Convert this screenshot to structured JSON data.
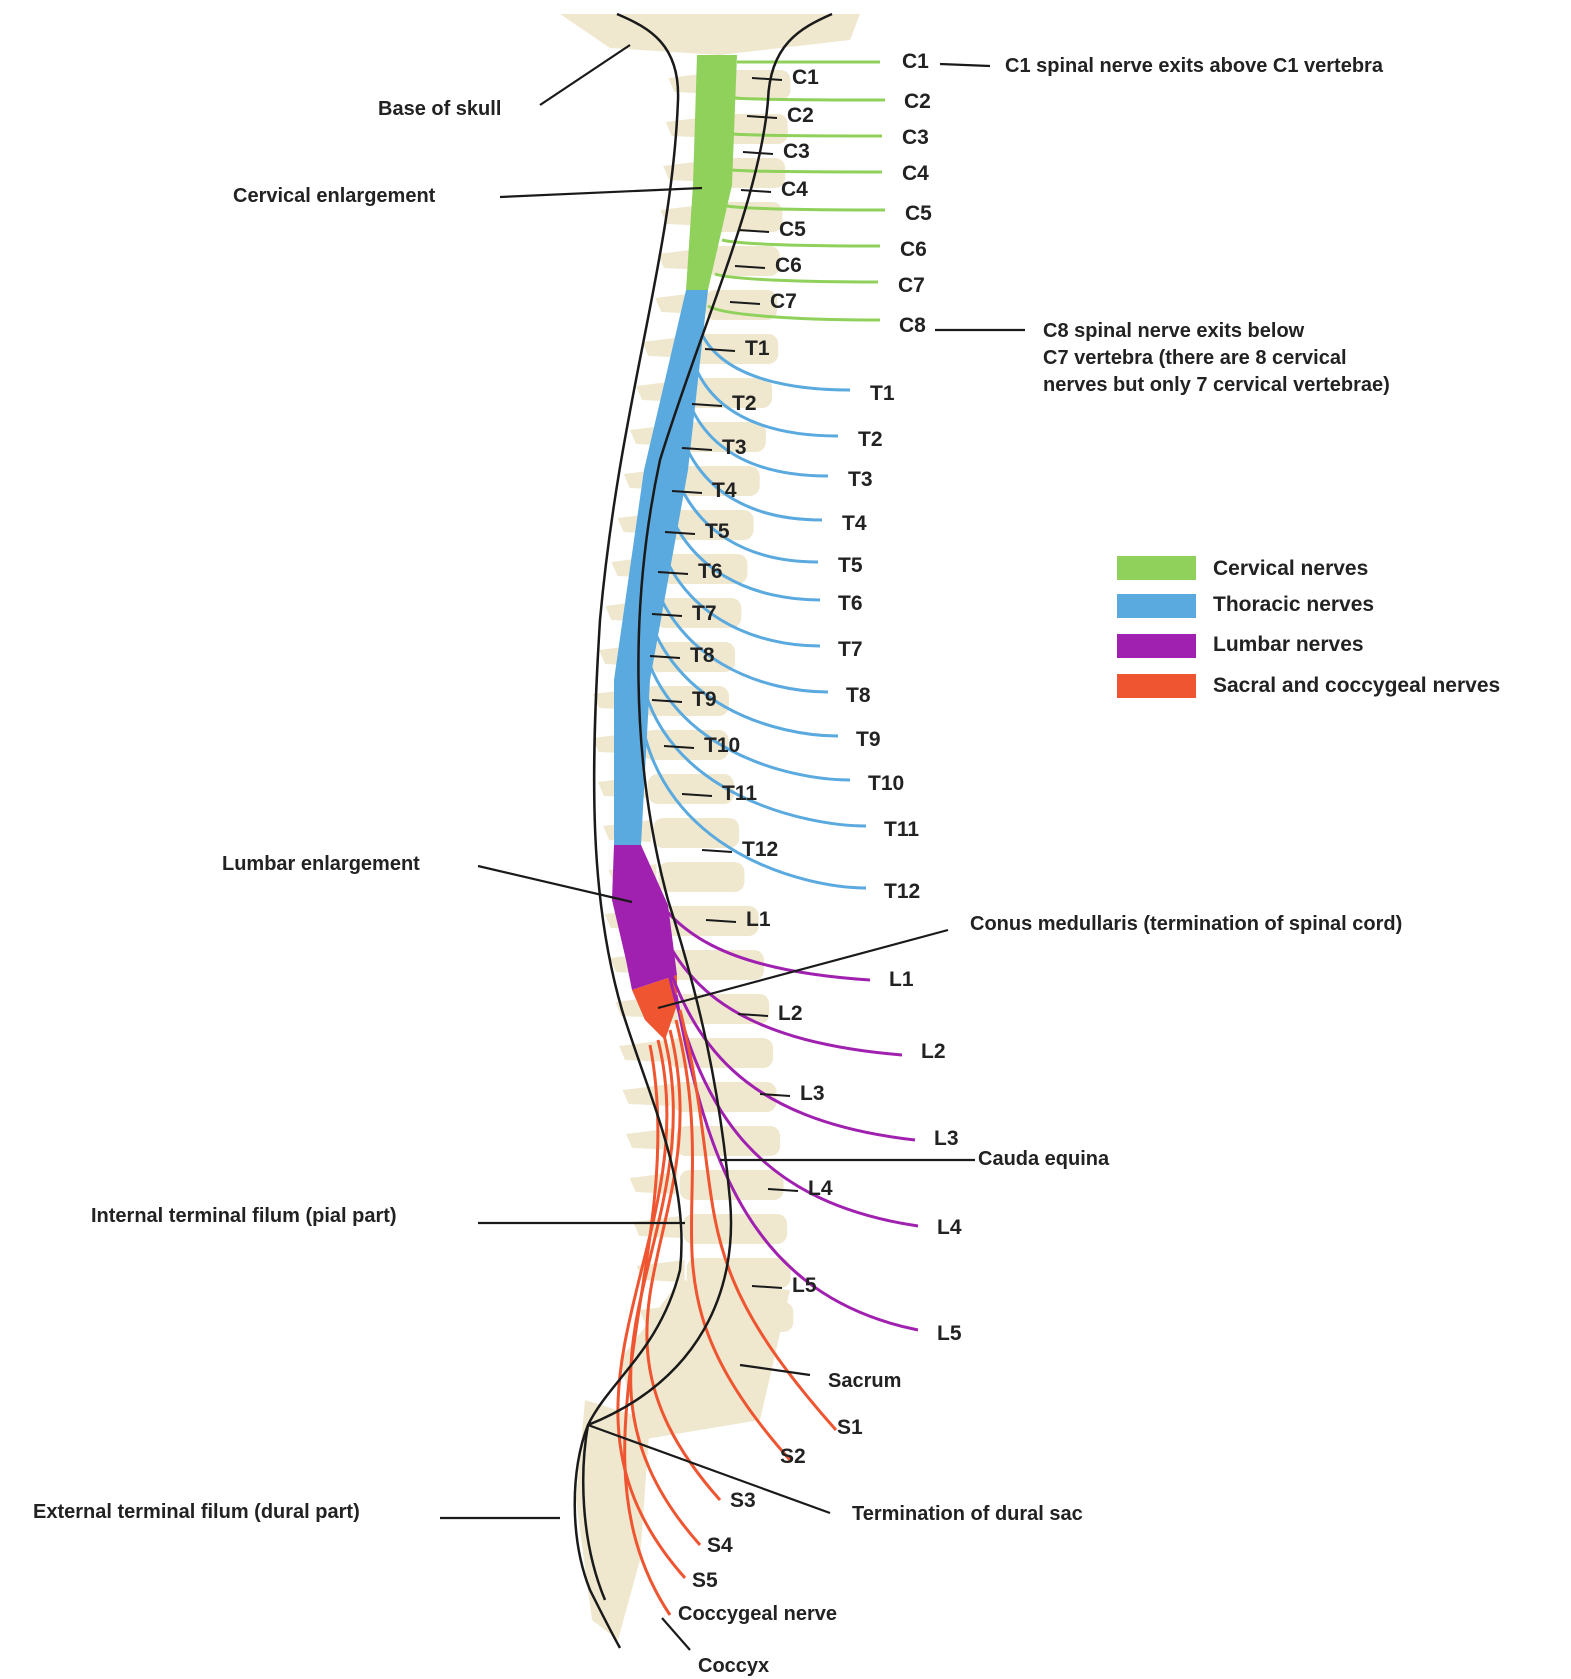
{
  "colors": {
    "bone": "#efe8cf",
    "cervical": "#8fd15a",
    "thoracic": "#5aa9df",
    "lumbar": "#a020b0",
    "sacral": "#ee5530",
    "outline": "#1a1a1a"
  },
  "legend": [
    {
      "key": "cervical",
      "label": "Cervical nerves"
    },
    {
      "key": "thoracic",
      "label": "Thoracic nerves"
    },
    {
      "key": "lumbar",
      "label": "Lumbar nerves"
    },
    {
      "key": "sacral",
      "label": "Sacral and coccygeal nerves"
    }
  ],
  "annotations": {
    "base_of_skull": "Base of skull",
    "cervical_enlargement": "Cervical enlargement",
    "c1_note": "C1 spinal nerve exits above C1 vertebra",
    "c8_note_1": "C8 spinal nerve exits below",
    "c8_note_2": "C7 vertebra (there are 8 cervical",
    "c8_note_3": "nerves but only 7 cervical vertebrae)",
    "lumbar_enlargement": "Lumbar enlargement",
    "conus_medullaris": "Conus medullaris (termination of spinal cord)",
    "cauda_equina": "Cauda equina",
    "internal_filum": "Internal terminal filum (pial part)",
    "external_filum": "External terminal filum (dural part)",
    "sacrum": "Sacrum",
    "termination_dural_sac": "Termination of dural sac",
    "coccygeal_nerve": "Coccygeal nerve",
    "coccyx": "Coccyx"
  },
  "vertebrae": [
    "C1",
    "C2",
    "C3",
    "C4",
    "C5",
    "C6",
    "C7",
    "T1",
    "T2",
    "T3",
    "T4",
    "T5",
    "T6",
    "T7",
    "T8",
    "T9",
    "T10",
    "T11",
    "T12",
    "L1",
    "L2",
    "L3",
    "L4",
    "L5"
  ],
  "nerves": [
    {
      "label": "C1",
      "group": "cervical"
    },
    {
      "label": "C2",
      "group": "cervical"
    },
    {
      "label": "C3",
      "group": "cervical"
    },
    {
      "label": "C4",
      "group": "cervical"
    },
    {
      "label": "C5",
      "group": "cervical"
    },
    {
      "label": "C6",
      "group": "cervical"
    },
    {
      "label": "C7",
      "group": "cervical"
    },
    {
      "label": "C8",
      "group": "cervical"
    },
    {
      "label": "T1",
      "group": "thoracic"
    },
    {
      "label": "T2",
      "group": "thoracic"
    },
    {
      "label": "T3",
      "group": "thoracic"
    },
    {
      "label": "T4",
      "group": "thoracic"
    },
    {
      "label": "T5",
      "group": "thoracic"
    },
    {
      "label": "T6",
      "group": "thoracic"
    },
    {
      "label": "T7",
      "group": "thoracic"
    },
    {
      "label": "T8",
      "group": "thoracic"
    },
    {
      "label": "T9",
      "group": "thoracic"
    },
    {
      "label": "T10",
      "group": "thoracic"
    },
    {
      "label": "T11",
      "group": "thoracic"
    },
    {
      "label": "T12",
      "group": "thoracic"
    },
    {
      "label": "L1",
      "group": "lumbar"
    },
    {
      "label": "L2",
      "group": "lumbar"
    },
    {
      "label": "L3",
      "group": "lumbar"
    },
    {
      "label": "L4",
      "group": "lumbar"
    },
    {
      "label": "L5",
      "group": "lumbar"
    },
    {
      "label": "S1",
      "group": "sacral"
    },
    {
      "label": "S2",
      "group": "sacral"
    },
    {
      "label": "S3",
      "group": "sacral"
    },
    {
      "label": "S4",
      "group": "sacral"
    },
    {
      "label": "S5",
      "group": "sacral"
    }
  ]
}
